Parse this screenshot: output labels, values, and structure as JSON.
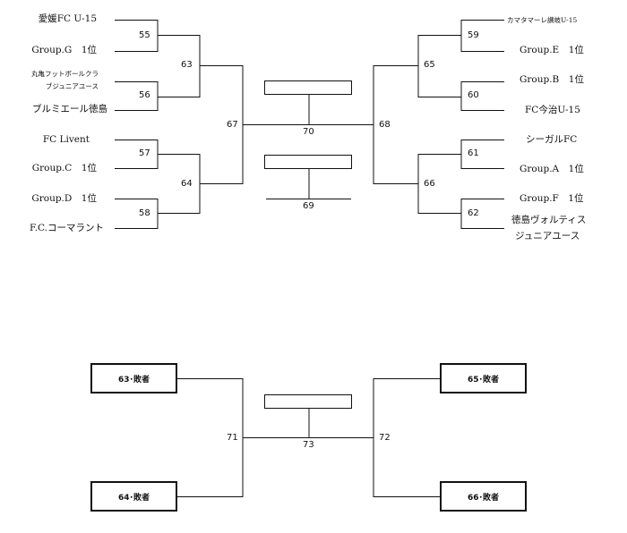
{
  "upper": {
    "left_teams": {
      "t1": "愛媛FC U-15",
      "t2": "Group.G　1位",
      "t3_line1": "丸亀フットボールクラ",
      "t3_line2": "ブジュニアユース",
      "t4": "ブルミエール徳島",
      "t5": "FC Livent",
      "t6": "Group.C　1位",
      "t7": "Group.D　1位",
      "t8": "F.C.コーマラント"
    },
    "right_teams": {
      "t1": "カマタマーレ讃岐U-15",
      "t2": "Group.E　1位",
      "t3": "Group.B　1位",
      "t4": "FC今治U-15",
      "t5": "シーガルFC",
      "t6": "Group.A　1位",
      "t7": "Group.F　1位",
      "t8_line1": "徳島ヴォルティス",
      "t8_line2": "ジュニアユース"
    },
    "match_numbers": {
      "m55": "55",
      "m56": "56",
      "m57": "57",
      "m58": "58",
      "m59": "59",
      "m60": "60",
      "m61": "61",
      "m62": "62",
      "m63": "63",
      "m64": "64",
      "m65": "65",
      "m66": "66",
      "m67": "67",
      "m68": "68",
      "m69": "69",
      "m70": "70"
    }
  },
  "lower": {
    "boxes": {
      "top_left": "63･敗者",
      "bottom_left": "64･敗者",
      "top_right": "65･敗者",
      "bottom_right": "66･敗者"
    },
    "match_numbers": {
      "m71": "71",
      "m72": "72",
      "m73": "73"
    }
  }
}
